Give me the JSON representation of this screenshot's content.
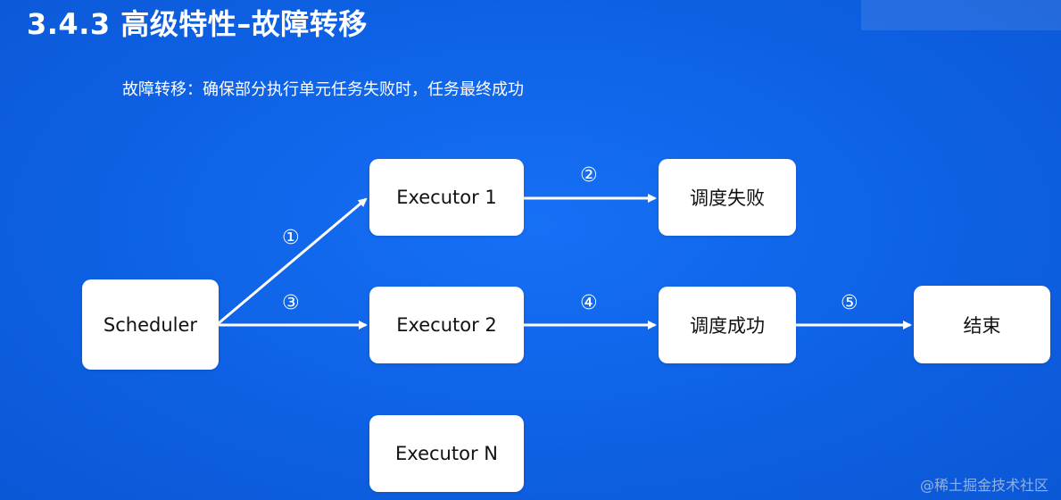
{
  "header": {
    "title": "3.4.3 高级特性–故障转移",
    "subtitle": "故障转移：确保部分执行单元任务失败时，任务最终成功"
  },
  "nodes": {
    "scheduler": "Scheduler",
    "executor1": "Executor 1",
    "executor2": "Executor 2",
    "executorN": "Executor N",
    "dispatch_failed": "调度失败",
    "dispatch_succeeded": "调度成功",
    "end": "结束"
  },
  "steps": {
    "s1": "①",
    "s2": "②",
    "s3": "③",
    "s4": "④",
    "s5": "⑤"
  },
  "watermark": "@稀土掘金技术社区",
  "colors": {
    "background": "#0f62e6",
    "node_fill": "#ffffff",
    "arrow": "#ffffff"
  }
}
